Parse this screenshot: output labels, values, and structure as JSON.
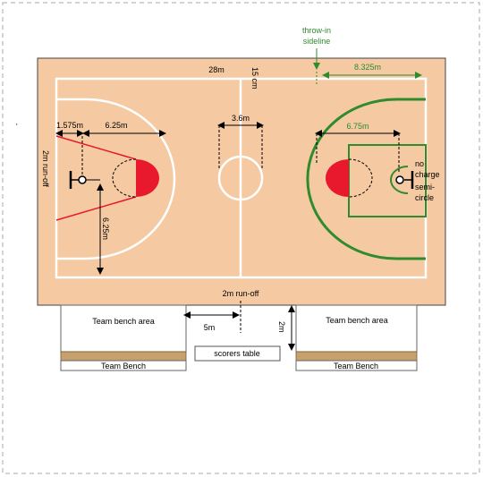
{
  "labels": {
    "throw_in_line1": "throw-in",
    "throw_in_line2": "sideline",
    "length_28m": "28m",
    "width_15cm": "15 cm",
    "dim_8325": "8.325m",
    "dim_1575": "1.575m",
    "dim_625_top": "6.25m",
    "dim_36": "3.6m",
    "dim_675": "6.75m",
    "runoff_left": "2m run-off",
    "dim_625_side": "6.25m",
    "no_charge_1": "no",
    "no_charge_2": "charge",
    "no_charge_3": "semi-",
    "no_charge_4": "circle",
    "runoff_bottom": "2m run-off",
    "bench_area_left": "Team bench area",
    "bench_area_right": "Team bench area",
    "dim_5m": "5m",
    "dim_2m": "2m",
    "scorers_table": "scorers table",
    "team_bench_left": "Team Bench",
    "team_bench_right": "Team Bench"
  },
  "colors": {
    "court": "#f5c9a2",
    "lines": "#ffffff",
    "green": "#2e8b2e",
    "red": "#e8192c",
    "bench_wood": "#c8a06e",
    "dim_green": "#2e8b2e"
  }
}
